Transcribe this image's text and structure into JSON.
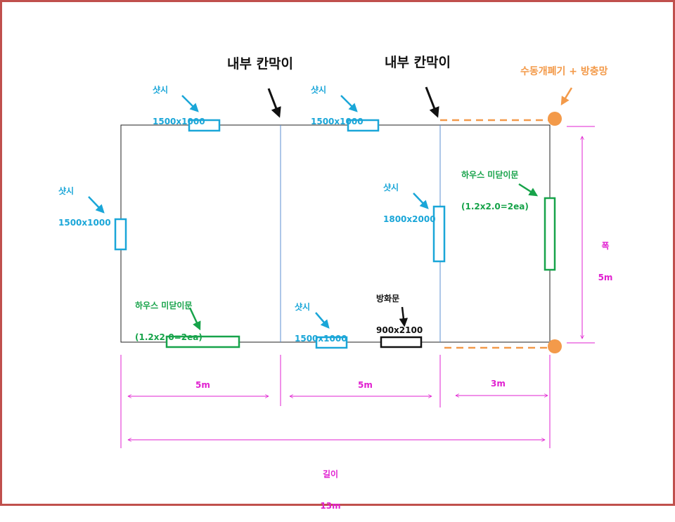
{
  "colors": {
    "sash": "#1aa6d8",
    "house_door": "#17a34a",
    "dimension": "#e020d0",
    "opener": "#f39a4a",
    "partition": "#5b8fd1",
    "frame": "#c0504d"
  },
  "labels": {
    "partition_1": "내부 칸막이",
    "partition_2": "내부 칸막이",
    "opener_net": "수동개폐기 + 방충망",
    "sash_top_left": {
      "name": "샷시",
      "size": "1500x1000"
    },
    "sash_top_mid": {
      "name": "샷시",
      "size": "1500x1000"
    },
    "sash_left": {
      "name": "샷시",
      "size": "1500x1000"
    },
    "sash_inner": {
      "name": "샷시",
      "size": "1800x2000"
    },
    "sash_bottom_mid": {
      "name": "샷시",
      "size": "1500x1000"
    },
    "house_door_right": {
      "name": "하우스 미닫이문",
      "spec": "(1.2x2.0=2ea)"
    },
    "house_door_bottom": {
      "name": "하우스 미닫이문",
      "spec": "(1.2x2.0=2ea)"
    },
    "fire_door": {
      "name": "방화문",
      "size": "900x2100"
    }
  },
  "dimensions": {
    "seg1": "5m",
    "seg2": "5m",
    "seg3": "3m",
    "width_label": "폭",
    "width_value": "5m",
    "length_label": "길이",
    "length_value": "13m"
  }
}
